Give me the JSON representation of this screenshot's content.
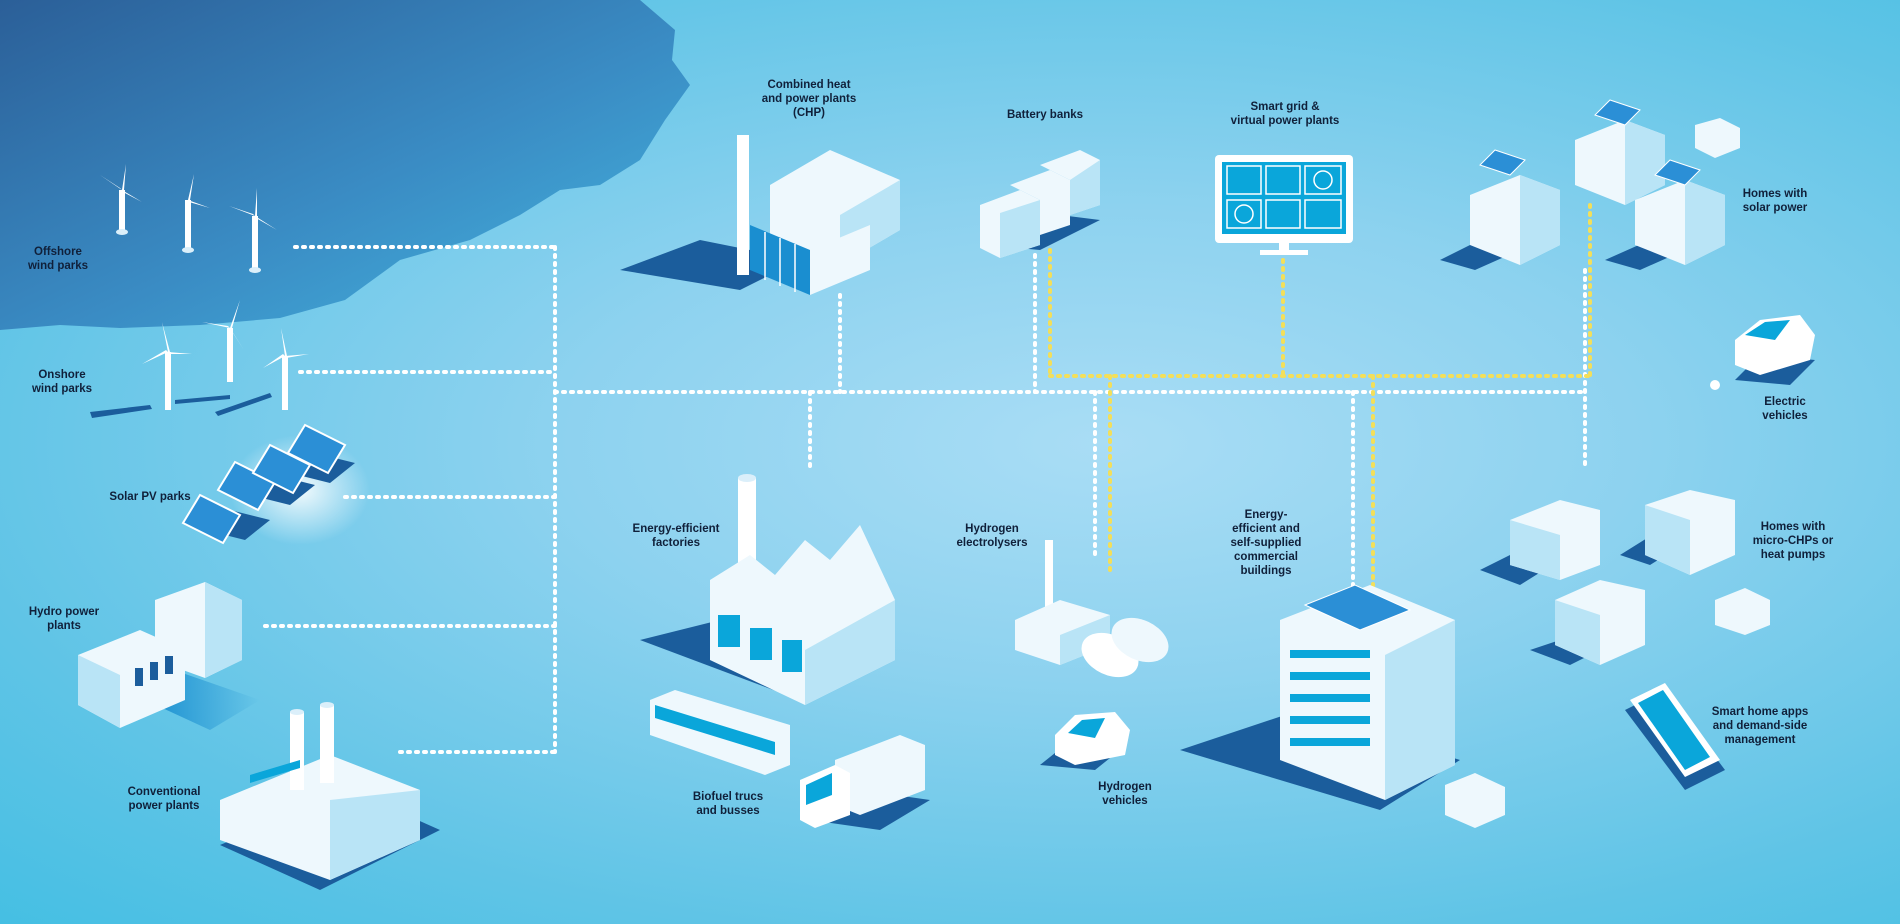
{
  "labels": {
    "offshore_wind": "Offshore\nwind parks",
    "onshore_wind": "Onshore\nwind parks",
    "solar_pv": "Solar PV parks",
    "hydro": "Hydro power\nplants",
    "conventional": "Conventional\npower plants",
    "chp": "Combined heat\nand power plants\n(CHP)",
    "battery": "Battery banks",
    "smart_grid": "Smart grid &\nvirtual power plants",
    "homes_solar": "Homes with\nsolar power",
    "electric_vehicles": "Electric\nvehicles",
    "homes_chp": "Homes with\nmicro-CHPs or\nheat pumps",
    "smart_home": "Smart home apps\nand demand-side\nmanagement",
    "factories": "Energy-efficient\nfactories",
    "biofuel": "Biofuel trucs\nand busses",
    "electrolysers": "Hydrogen\nelectrolysers",
    "hydrogen_vehicles": "Hydrogen\nvehicles",
    "commercial": "Energy-\nefficient and\nself-supplied\ncommercial\nbuildings"
  },
  "colors": {
    "background": "#8dd2ef",
    "sea": "#2f6fa8",
    "white_link": "#ffffff",
    "yellow_link": "#f3df5a",
    "building_face": "#eef8fd",
    "building_side": "#b9e4f6",
    "shadow": "#1b5d9c",
    "accent": "#0aa6da",
    "text": "#10203a"
  },
  "icons": [
    "wind-turbine-icon",
    "solar-panel-icon",
    "hydro-dam-icon",
    "power-plant-icon",
    "chp-plant-icon",
    "battery-icon",
    "monitor-icon",
    "house-icon",
    "car-icon",
    "factory-icon",
    "bus-icon",
    "truck-icon",
    "electrolyser-icon",
    "office-building-icon",
    "smartphone-icon"
  ]
}
